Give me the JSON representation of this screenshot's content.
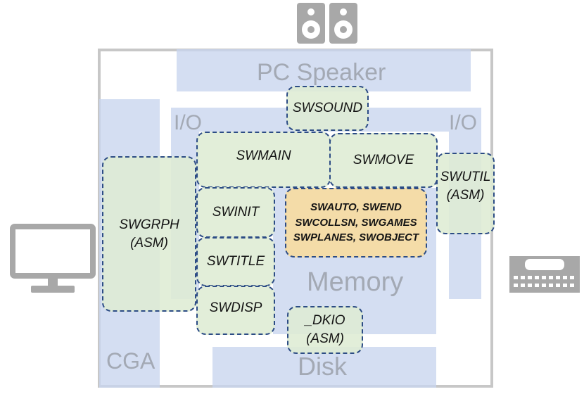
{
  "zones": {
    "pc_speaker": "PC Speaker",
    "io_left": "I/O",
    "io_right": "I/O",
    "memory": "Memory",
    "cga": "CGA",
    "disk": "Disk"
  },
  "modules": {
    "swsound": [
      "SWSOUND"
    ],
    "swmain": [
      "SWMAIN"
    ],
    "swmove": [
      "SWMOVE"
    ],
    "swutil": [
      "SWUTIL",
      "(ASM)"
    ],
    "swgrph": [
      "SWGRPH",
      "(ASM)"
    ],
    "swinit": [
      "SWINIT"
    ],
    "swtitle": [
      "SWTITLE"
    ],
    "swdisp": [
      "SWDISP"
    ],
    "game_objects": [
      "SWAUTO,  SWEND",
      "SWCOLLSN, SWGAMES",
      "SWPLANES,  SWOBJECT"
    ],
    "dkio": [
      "_DKIO",
      "(ASM)"
    ]
  },
  "devices": {
    "speaker": "speaker-icon",
    "monitor": "monitor-icon",
    "keyboard": "keyboard-icon"
  },
  "colors": {
    "zone_fill": "#c8d5ee",
    "zone_label": "#a3a9b4",
    "module_fill": "#deecd4",
    "module_border": "#2c4c85",
    "highlight_fill": "#f4dca8",
    "device_gray": "#a8a8a8",
    "frame": "#c7c7c7"
  }
}
